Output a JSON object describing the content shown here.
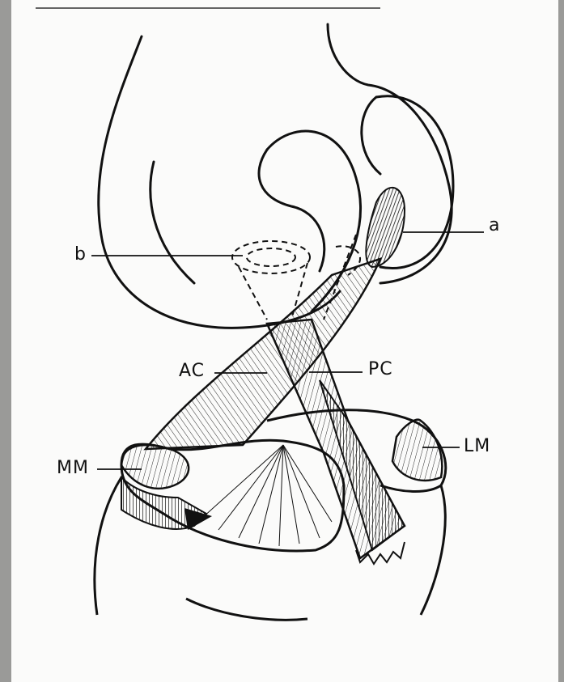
{
  "colors": {
    "ink": "#111111",
    "paper": "#fbfbfa",
    "frame": "#9a9a98"
  },
  "labels": {
    "a": "a",
    "b": "b",
    "ac": "AC",
    "pc": "PC",
    "mm": "MM",
    "lm": "LM"
  }
}
